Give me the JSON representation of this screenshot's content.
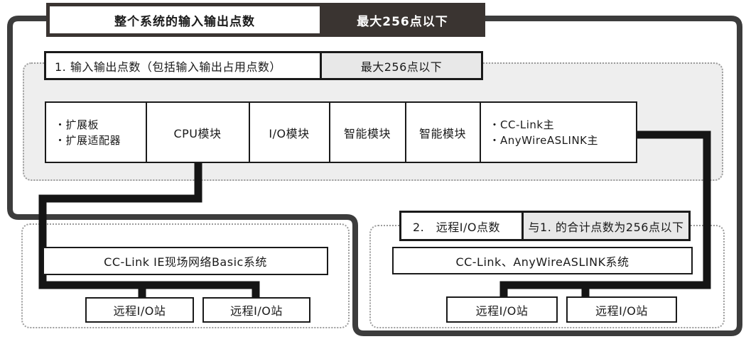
{
  "colors": {
    "banner_dark": "#3a3431",
    "box_border": "#1a1a1a",
    "badge_gray": "#e8e8e8",
    "section_gray": "#eeeeee",
    "dotted_gray": "#9b9b9b",
    "outer_loop": "#3c3c3c",
    "connector": "#151515"
  },
  "top_banner": {
    "label": "整个系统的输入输出点数",
    "badge": "最大256点以下"
  },
  "io_points_section": {
    "title": "1. 输入输出点数（包括输入输出占用点数）",
    "badge": "最大256点以下",
    "modules": [
      {
        "lines": [
          "・扩展板",
          "・扩展适配器"
        ]
      },
      {
        "lines": [
          "CPU模块"
        ]
      },
      {
        "lines": [
          "I/O模块"
        ]
      },
      {
        "lines": [
          "智能模块"
        ]
      },
      {
        "lines": [
          "智能模块"
        ]
      },
      {
        "lines": [
          "・CC-Link主",
          "・AnyWireASLINK主"
        ]
      }
    ]
  },
  "cclink_ie_basic": {
    "system": "CC-Link IE现场网络Basic系统",
    "stations": [
      "远程I/O站",
      "远程I/O站"
    ]
  },
  "remote_io_section": {
    "title": "2.　远程I/O点数",
    "badge": "与1. 的合计点数为256点以下",
    "system": "CC-Link、AnyWireASLINK系统",
    "stations": [
      "远程I/O站",
      "远程I/O站"
    ]
  }
}
